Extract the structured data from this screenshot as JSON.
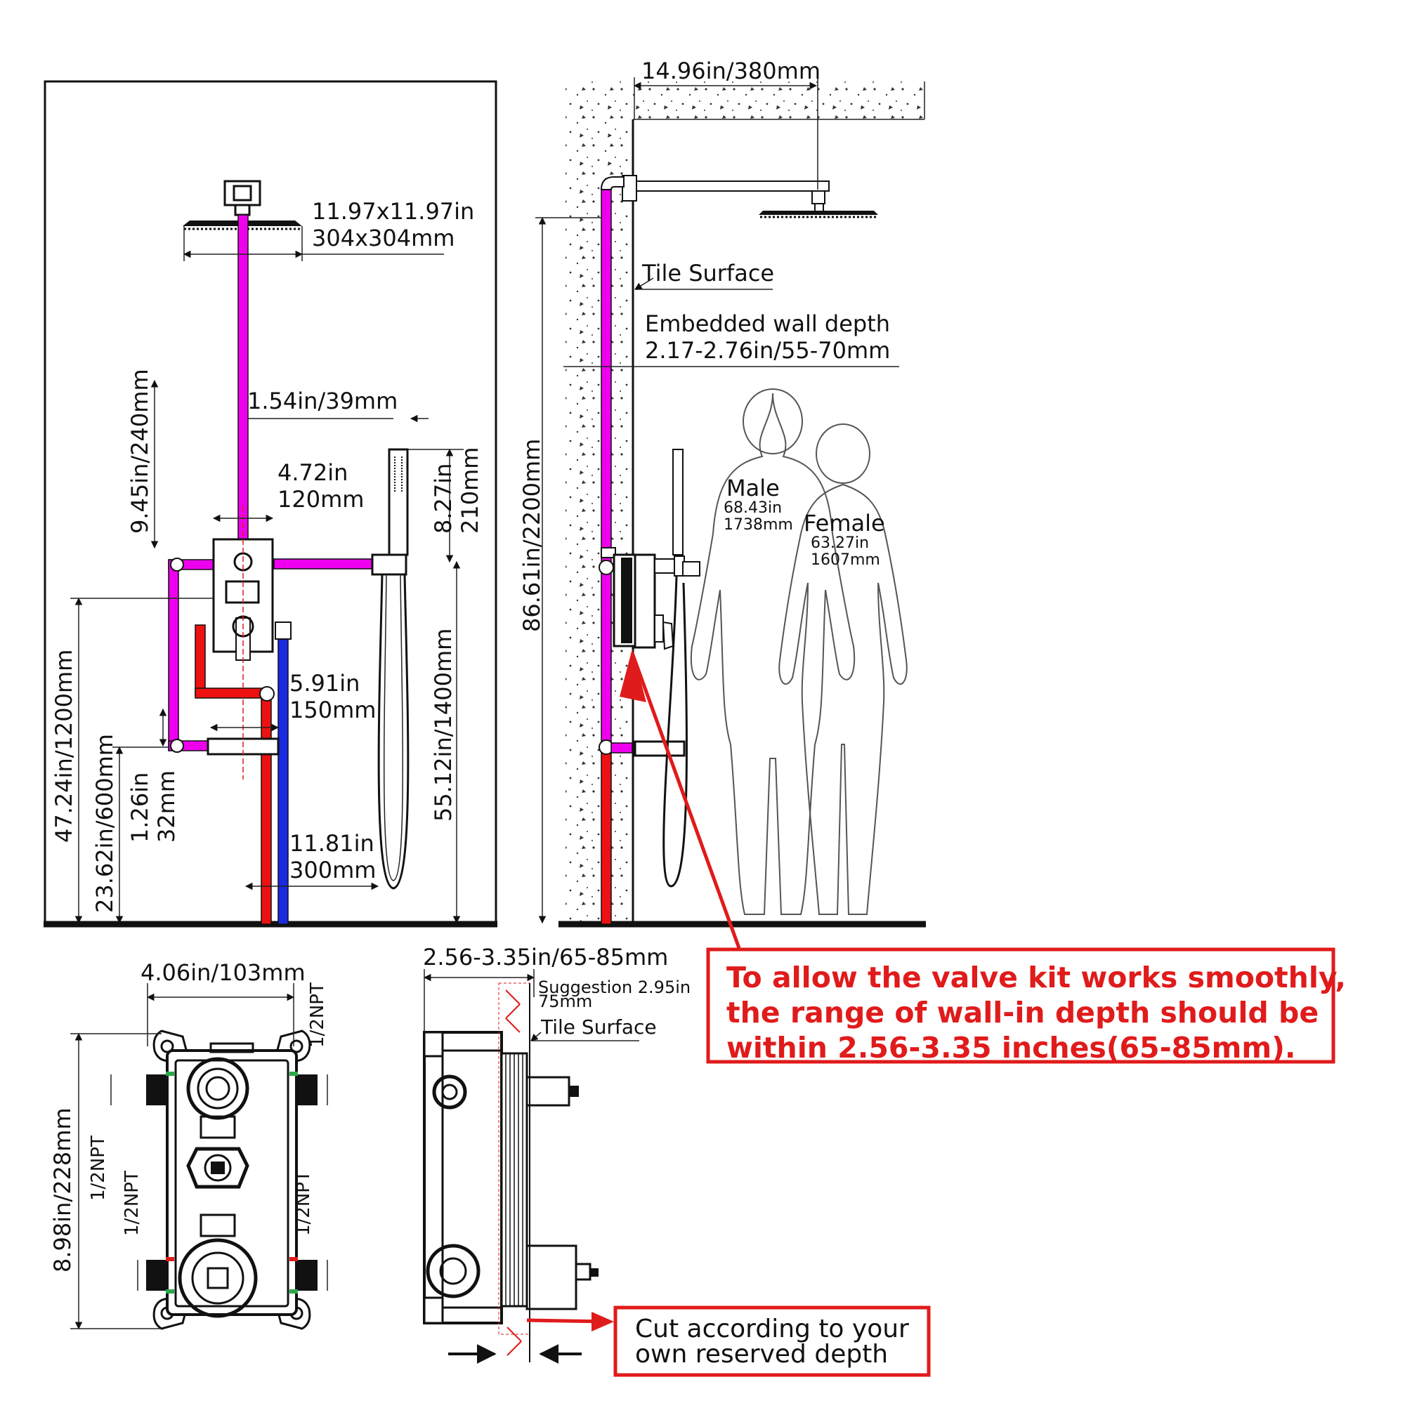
{
  "colors": {
    "mixed_pipe": "#ee00ee",
    "hot_pipe": "#ee1111",
    "cold_pipe": "#1a2ae0",
    "callout_red": "#e01b1b",
    "line": "#111111"
  },
  "front_view": {
    "showerhead_size_in": "11.97x11.97in",
    "showerhead_size_mm": "304x304mm",
    "arm_offset": "1.54in/39mm",
    "pipe_to_valve": "9.45in/240mm",
    "valve_width_in": "4.72in",
    "valve_width_mm": "120mm",
    "handheld_len_in": "8.27in",
    "handheld_len_mm": "210mm",
    "hot_cold_gap_in": "5.91in",
    "hot_cold_gap_mm": "150mm",
    "inlet_spacing_in": "11.81in",
    "inlet_spacing_mm": "300mm",
    "valve_height": "47.24in/1200mm",
    "diverter_height": "23.62in/600mm",
    "small_gap_in": "1.26in",
    "small_gap_mm": "32mm",
    "handheld_height": "55.12in/1400mm"
  },
  "side_view": {
    "arm_length": "14.96in/380mm",
    "tile_surface": "Tile Surface",
    "embedded_depth_label": "Embedded wall depth",
    "embedded_depth_value": "2.17-2.76in/55-70mm",
    "total_height": "86.61in/2200mm",
    "male_label": "Male",
    "male_in": "68.43in",
    "male_mm": "1738mm",
    "female_label": "Female",
    "female_in": "63.27in",
    "female_mm": "1607mm"
  },
  "valve_front": {
    "width": "4.06in/103mm",
    "height": "8.98in/228mm",
    "npt_labels": [
      "1/2NPT",
      "1/2NPT",
      "1/2NPT",
      "1/2NPT"
    ]
  },
  "valve_side": {
    "depth_range": "2.56-3.35in/65-85mm",
    "suggestion_line1": "Suggestion 2.95in",
    "suggestion_line2": "75mm",
    "tile_surface": "Tile Surface"
  },
  "callouts": {
    "warning_line1": "To allow the valve kit works smoothly,",
    "warning_line2": "the range of wall-in depth should be",
    "warning_line3": "within 2.56-3.35 inches(65-85mm).",
    "cut_line1": "Cut according to your",
    "cut_line2": "own reserved depth"
  }
}
